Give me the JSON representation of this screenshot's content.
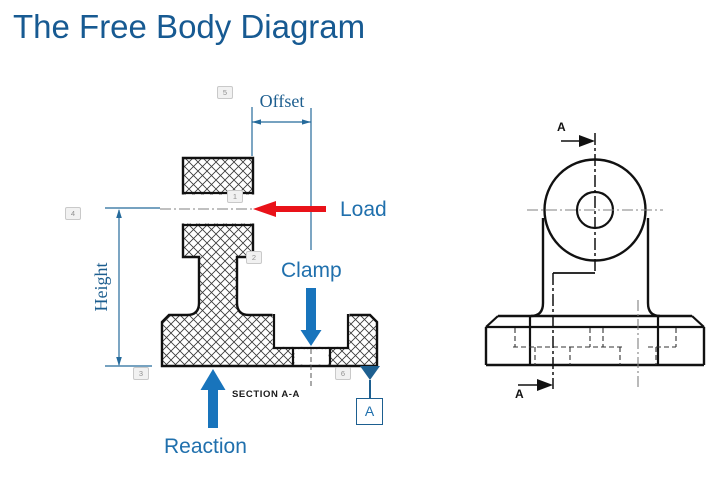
{
  "title": "The Free Body Diagram",
  "colors": {
    "title_blue": "#175A92",
    "label_blue": "#2070AD",
    "dimension_blue": "#256A9B",
    "arrow_blue": "#1874BC",
    "flag_blue": "#1D5F90",
    "load_red": "#E91219",
    "drawing_line": "#111111"
  },
  "section_view": {
    "caption": "SECTION A-A",
    "dimension_labels": {
      "offset": "Offset",
      "height": "Height"
    },
    "force_labels": {
      "load": "Load",
      "clamp": "Clamp",
      "reaction": "Reaction"
    },
    "datum_flag": "A",
    "annotation_markers": [
      {
        "label": "5"
      },
      {
        "label": "4"
      },
      {
        "label": "1"
      },
      {
        "label": "2"
      },
      {
        "label": "3"
      },
      {
        "label": "6"
      }
    ]
  },
  "front_view": {
    "cutting_plane_labels": {
      "top": "A",
      "bottom": "A"
    }
  }
}
